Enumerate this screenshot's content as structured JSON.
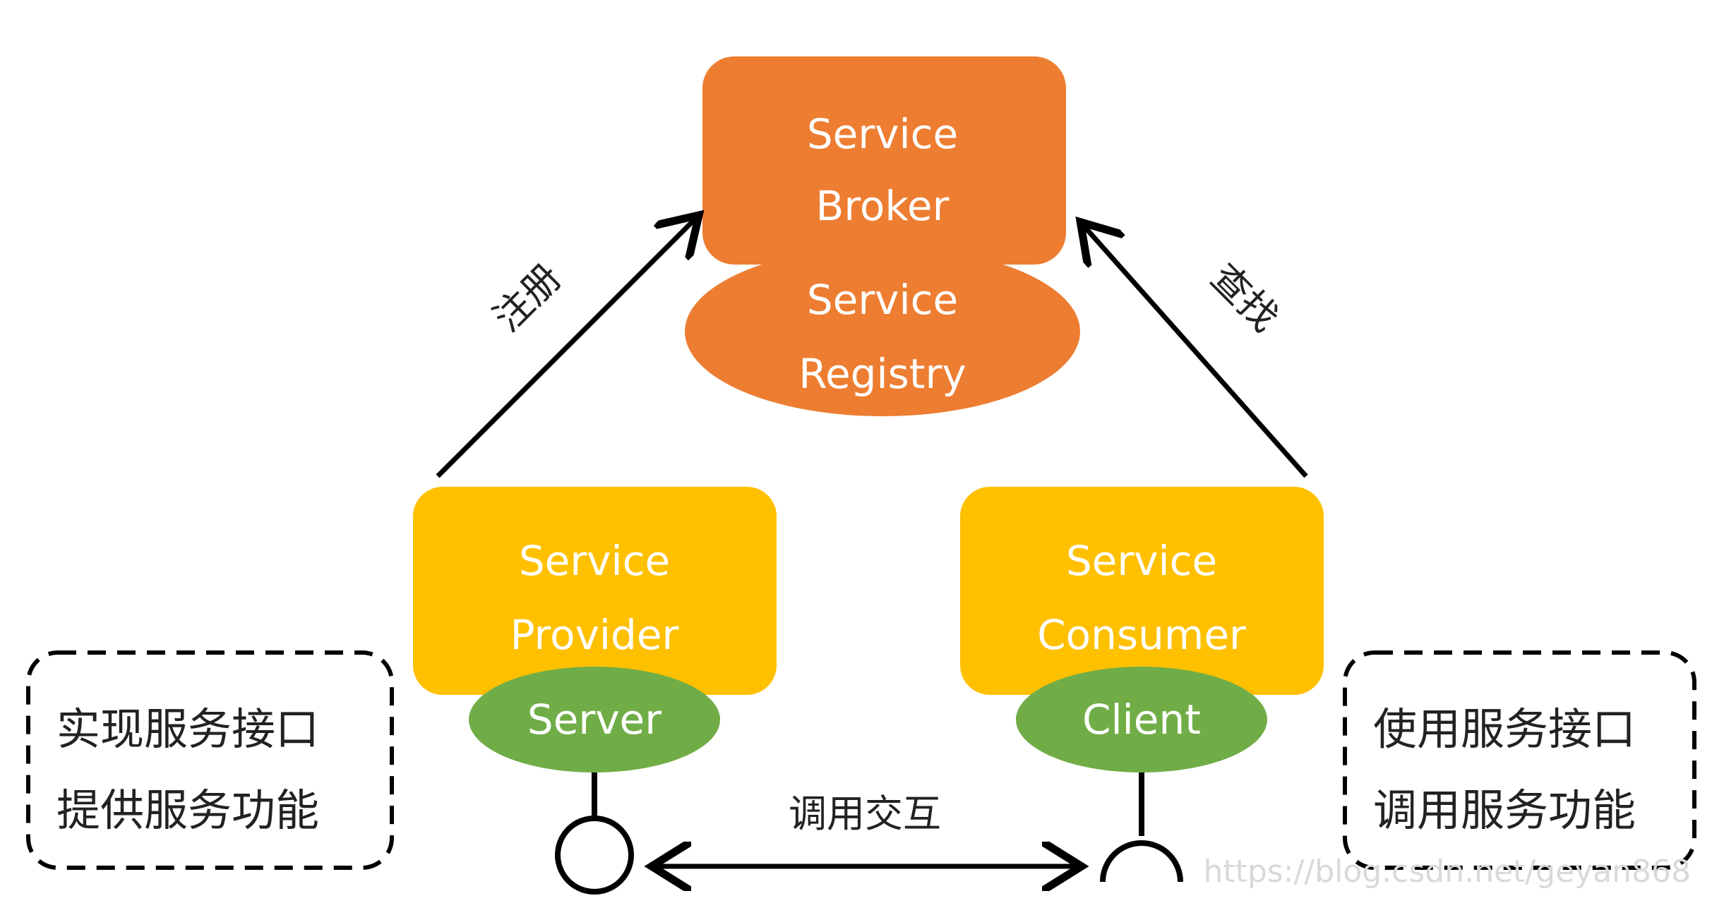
{
  "broker": {
    "line1": "Service",
    "line2": "Broker"
  },
  "registry": {
    "line1": "Service",
    "line2": "Registry"
  },
  "provider": {
    "line1": "Service",
    "line2": "Provider",
    "role": "Server"
  },
  "consumer": {
    "line1": "Service",
    "line2": "Consumer",
    "role": "Client"
  },
  "edges": {
    "register": "注册",
    "lookup": "查找",
    "interact": "调用交互"
  },
  "provider_note": {
    "line1": "实现服务接口",
    "line2": "提供服务功能"
  },
  "consumer_note": {
    "line1": "使用服务接口",
    "line2": "调用服务功能"
  },
  "watermark": "https://blog.csdn.net/geyan868",
  "colors": {
    "broker": "#ED7D31",
    "provider": "#FFC000",
    "server": "#70AD47",
    "line": "#000000"
  }
}
